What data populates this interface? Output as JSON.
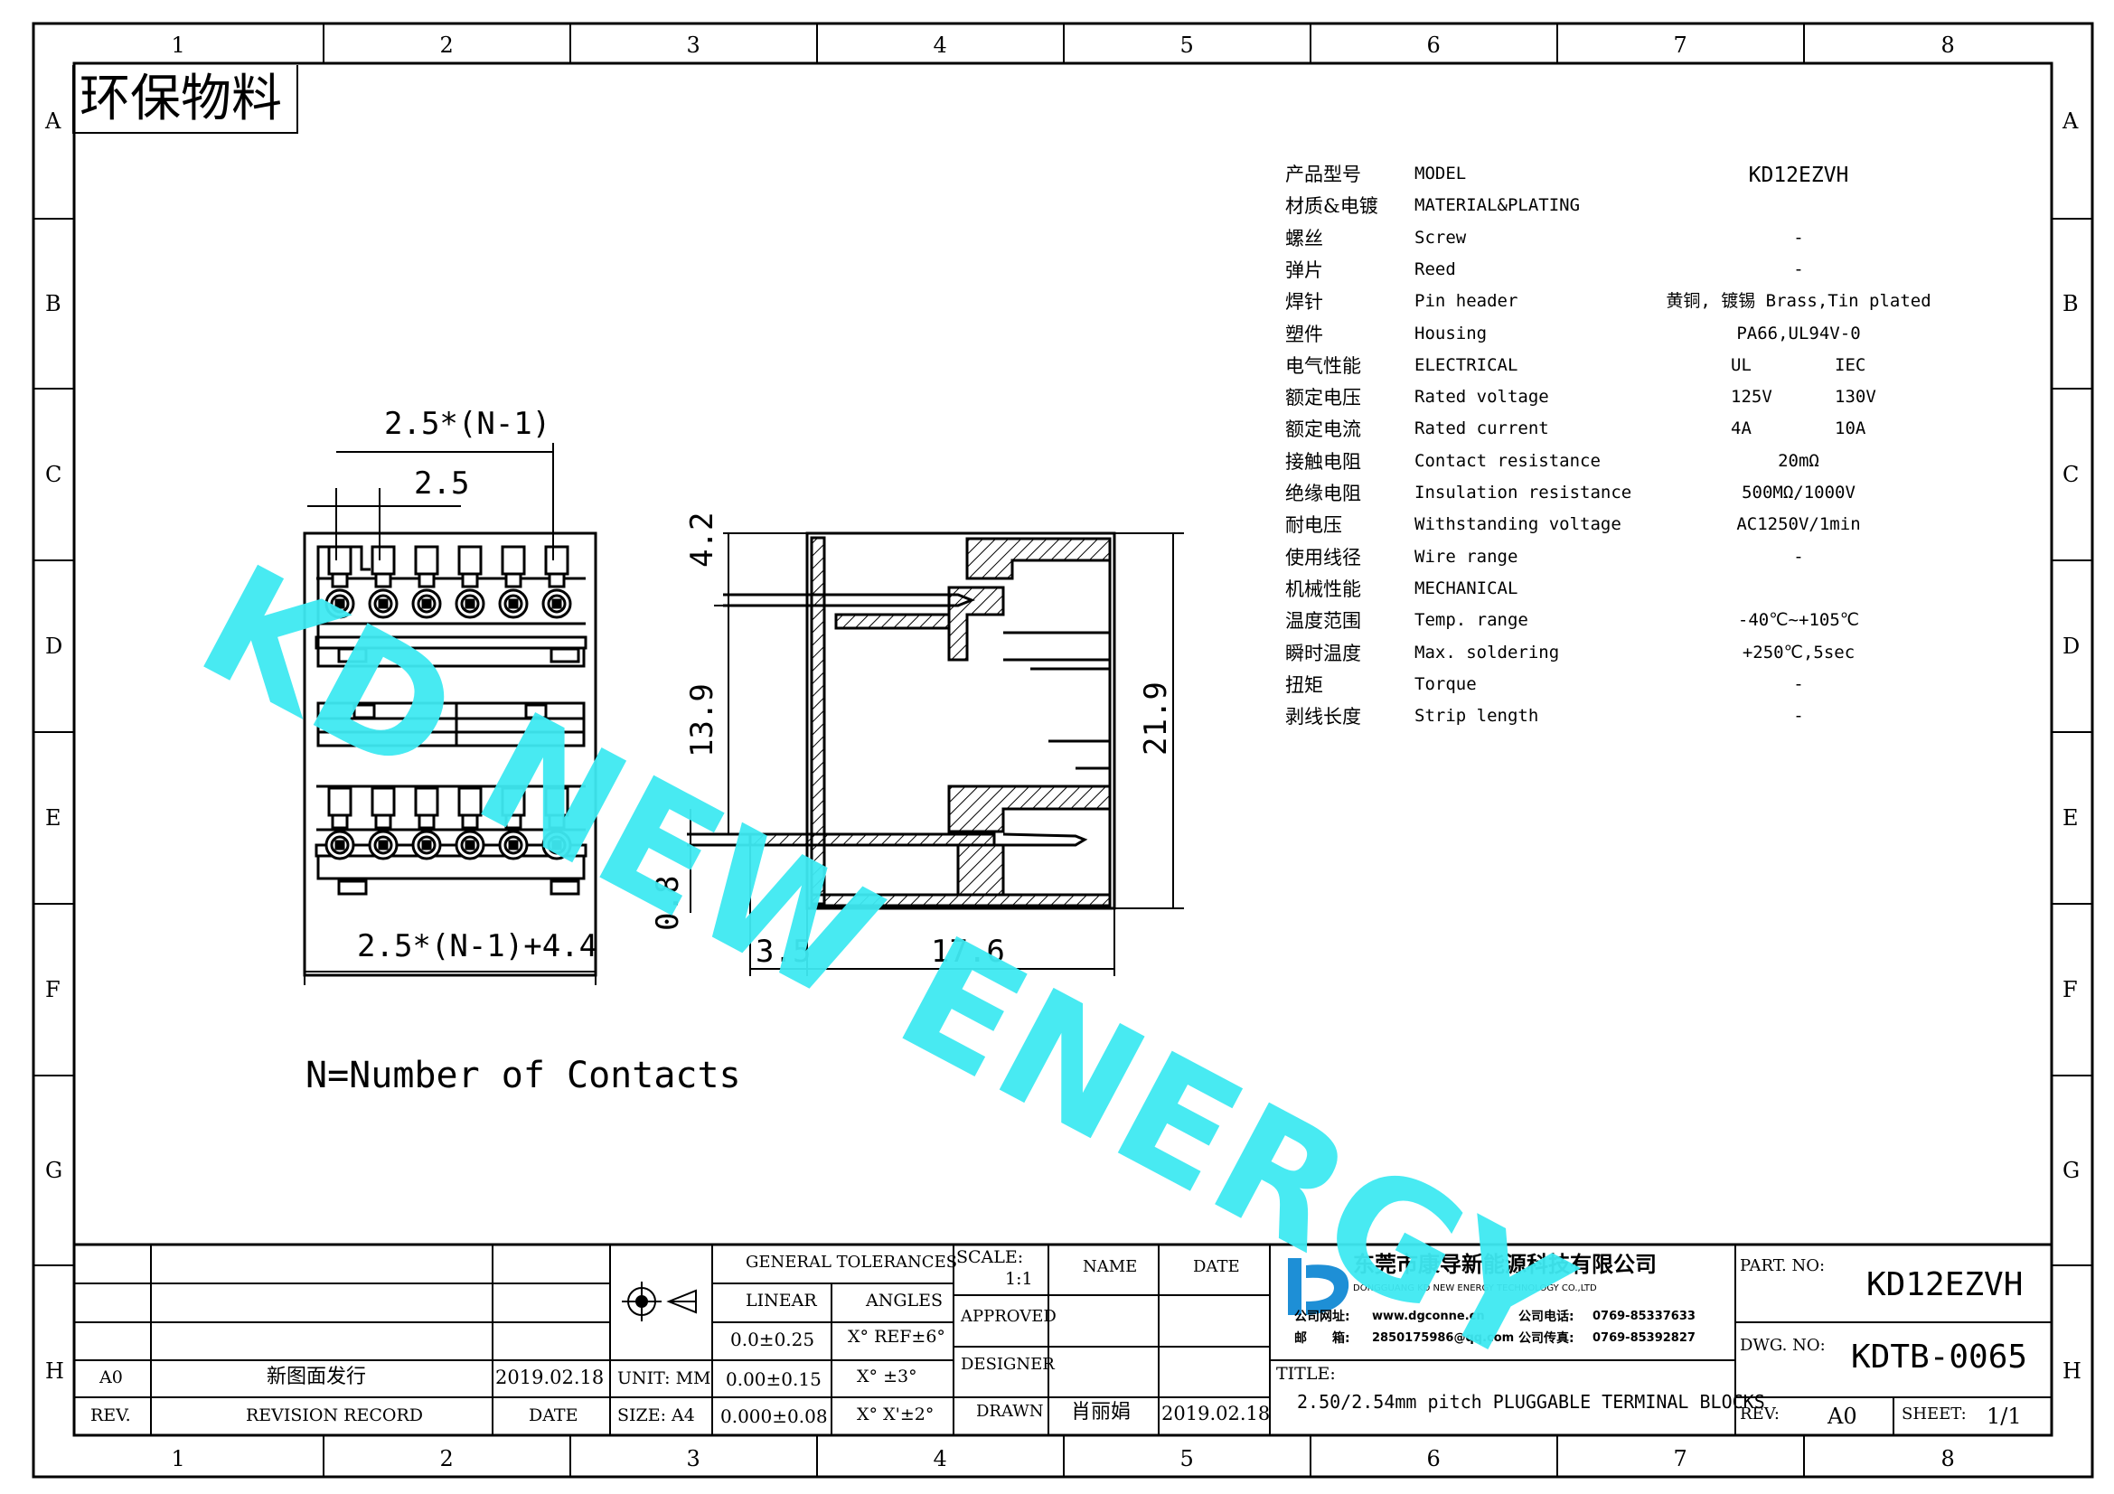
{
  "stamp": "环保物料",
  "note": "N=Number of Contacts",
  "watermark": "KD NEW ENERGY",
  "zones": {
    "cols": [
      "1",
      "2",
      "3",
      "4",
      "5",
      "6",
      "7",
      "8"
    ],
    "rows": [
      "A",
      "B",
      "C",
      "D",
      "E",
      "F",
      "G",
      "H"
    ]
  },
  "dims": {
    "pitch_total": "2.5*(N-1)",
    "pitch": "2.5",
    "width_total": "2.5*(N-1)+4.4",
    "d42": "4.2",
    "d139": "13.9",
    "d08": "0.8",
    "d35": "3.5",
    "d176": "17.6",
    "d219": "21.9"
  },
  "specs": [
    {
      "cn": "产品型号",
      "en": "MODEL",
      "v1": "KD12EZVH",
      "v2": ""
    },
    {
      "cn": "材质&电镀",
      "en": "MATERIAL&PLATING",
      "v1": "",
      "v2": ""
    },
    {
      "cn": "螺丝",
      "en": "Screw",
      "v1": "-",
      "v2": ""
    },
    {
      "cn": "弹片",
      "en": "Reed",
      "v1": "-",
      "v2": ""
    },
    {
      "cn": "焊针",
      "en": "Pin header",
      "v1": "黄铜, 镀锡 Brass,Tin plated",
      "v2": ""
    },
    {
      "cn": "塑件",
      "en": "Housing",
      "v1": "PA66,UL94V-0",
      "v2": ""
    },
    {
      "cn": "电气性能",
      "en": "ELECTRICAL",
      "v1": "UL",
      "v2": "IEC"
    },
    {
      "cn": "额定电压",
      "en": "Rated voltage",
      "v1": "125V",
      "v2": "130V"
    },
    {
      "cn": "额定电流",
      "en": "Rated current",
      "v1": "4A",
      "v2": "10A"
    },
    {
      "cn": "接触电阻",
      "en": "Contact resistance",
      "v1": "20mΩ",
      "v2": ""
    },
    {
      "cn": "绝缘电阻",
      "en": "Insulation resistance",
      "v1": "500MΩ/1000V",
      "v2": ""
    },
    {
      "cn": "耐电压",
      "en": "Withstanding voltage",
      "v1": "AC1250V/1min",
      "v2": ""
    },
    {
      "cn": "使用线径",
      "en": "Wire range",
      "v1": "-",
      "v2": ""
    },
    {
      "cn": "机械性能",
      "en": "MECHANICAL",
      "v1": "",
      "v2": ""
    },
    {
      "cn": "温度范围",
      "en": "Temp. range",
      "v1": "-40℃~+105℃",
      "v2": ""
    },
    {
      "cn": "瞬时温度",
      "en": "Max. soldering",
      "v1": "+250℃,5sec",
      "v2": ""
    },
    {
      "cn": "扭矩",
      "en": "Torque",
      "v1": "-",
      "v2": ""
    },
    {
      "cn": "剥线长度",
      "en": "Strip length",
      "v1": "-",
      "v2": ""
    }
  ],
  "titleblock": {
    "rev_code": "A0",
    "rev_desc": "新图面发行",
    "rev_date": "2019.02.18",
    "unit": "UNIT: MM",
    "size": "SIZE: A4",
    "rev_hdr": "REV.",
    "record_hdr": "REVISION RECORD",
    "date_hdr": "DATE",
    "gen_tol": "GENERAL TOLERANCES",
    "linear": "LINEAR",
    "angles": "ANGLES",
    "lin1": "0.0±0.25",
    "lin2": "0.00±0.15",
    "lin3": "0.000±0.08",
    "ang1": "X° REF±6°",
    "ang2": "X° ±3°",
    "ang3": "X° X'±2°",
    "scale_label": "SCALE:",
    "scale": "1:1",
    "approved": "APPROVED",
    "designer": "DESIGNER",
    "drawn": "DRAWN",
    "name_hdr": "NAME",
    "date_hdr2": "DATE",
    "drawn_name": "肖丽娟",
    "drawn_date": "2019.02.18",
    "company_cn": "东莞市康导新能源科技有限公司",
    "company_en": "DONGGUANG KD NEW ENERGY TECHNOLOGY CO.,LTD",
    "web_label": "公司网址:",
    "web": "www.dgconne.cn",
    "tel_label": "公司电话:",
    "tel": "0769-85337633",
    "mail_label": "邮　　箱:",
    "mail": "2850175986@qq.com",
    "fax_label": "公司传真:",
    "fax": "0769-85392827",
    "title_label": "TITLE:",
    "title": "2.50/2.54mm pitch PLUGGABLE TERMINAL BLOCKS",
    "part_label": "PART. NO:",
    "part_no": "KD12EZVH",
    "dwg_label": "DWG. NO:",
    "dwg_no": "KDTB-0065",
    "rev_label": "REV:",
    "rev": "A0",
    "sheet_label": "SHEET:",
    "sheet": "1/1"
  },
  "colors": {
    "watermark": "#3fe9f2",
    "logo": "#1e8fd6",
    "hatch": "#000000"
  }
}
